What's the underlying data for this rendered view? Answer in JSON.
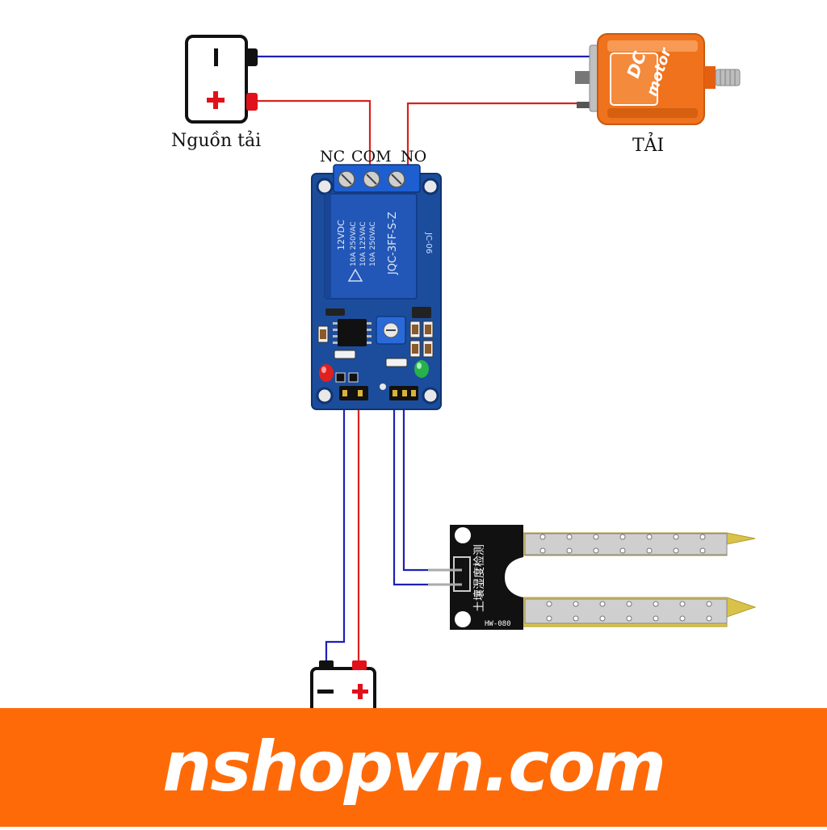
{
  "labels": {
    "load_source": "Nguồn tải",
    "load": "TẢI",
    "nc": "NC",
    "com": "COM",
    "no": "NO"
  },
  "battery_source": {
    "minus": "−",
    "plus": "+"
  },
  "battery_supply": {
    "minus": "−",
    "plus": "+"
  },
  "motor": {
    "line1": "DC",
    "line2": "motor"
  },
  "relay_module": {
    "relay_text": [
      "12VDC",
      "10A 250VAC",
      "10A 125VAC",
      "10A 250VAC",
      "JQC-3FF-S-Z"
    ],
    "board_mark": "JC-06"
  },
  "sensor": {
    "chinese_text": "土壤湿度检测",
    "model": "HW-080"
  },
  "banner": {
    "brand": "nshopvn.com"
  },
  "colors": {
    "wire_blue": "#1f1fb8",
    "wire_red": "#d8221c",
    "pcb_blue": "#1c4d9c",
    "relay_blue": "#2257b8",
    "motor_orange": "#f0721c",
    "banner_orange": "#ff6a08",
    "probe_yellow": "#d9c24a"
  }
}
